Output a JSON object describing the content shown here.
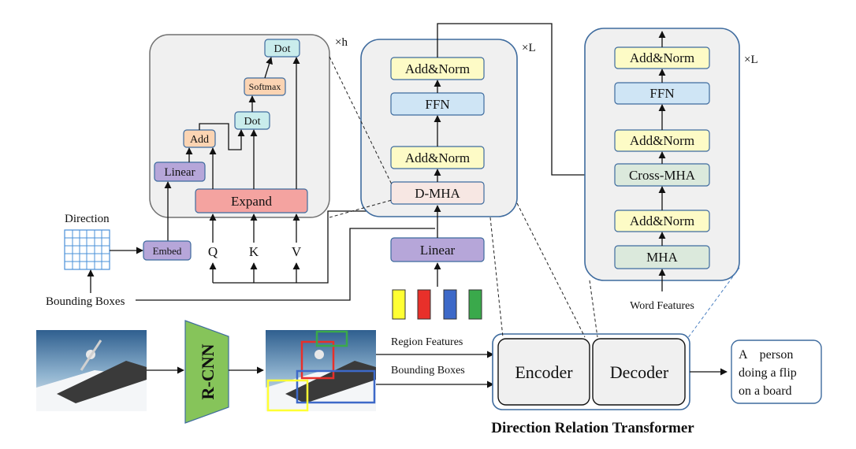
{
  "colors": {
    "yellow": "#fdfbc6",
    "blue": "#cfe5f5",
    "pink": "#f7e7e3",
    "purple": "#b6a6d9",
    "green": "#dbe9dc",
    "orange": "#fbd4b3",
    "salmon": "#f4a3a0",
    "teal": "#c9ecec",
    "panel": "#f0f0f0",
    "panel_border": "#3e6b9e",
    "bar_yellow": "#ffff33",
    "bar_red": "#e8302a",
    "bar_blue": "#3d69c8",
    "bar_green": "#3aa94b",
    "rcnn_green": "#86c45a"
  },
  "attention": {
    "repeat": "×h",
    "dot_top": "Dot",
    "softmax": "Softmax",
    "dot_mid": "Dot",
    "add": "Add",
    "linear": "Linear",
    "expand": "Expand"
  },
  "inputs": {
    "direction": "Direction",
    "embed": "Embed",
    "q": "Q",
    "k": "K",
    "v": "V",
    "bounding_boxes": "Bounding Boxes"
  },
  "encoder_block": {
    "repeat": "×L",
    "add_norm_top": "Add&Norm",
    "ffn": "FFN",
    "add_norm_bottom": "Add&Norm",
    "dmha": "D-MHA",
    "linear": "Linear"
  },
  "decoder_block": {
    "repeat": "×L",
    "add_norm_top": "Add&Norm",
    "ffn": "FFN",
    "add_norm_mid": "Add&Norm",
    "cross_mha": "Cross-MHA",
    "add_norm_bottom": "Add&Norm",
    "mha": "MHA",
    "word_features": "Word Features"
  },
  "pipeline": {
    "rcnn": "R-CNN",
    "region_features": "Region Features",
    "bounding_boxes": "Bounding Boxes",
    "encoder": "Encoder",
    "decoder": "Decoder",
    "caption_line1": "A    person",
    "caption_line2": "doing a flip",
    "caption_line3": "on a board",
    "title": "Direction Relation Transformer"
  }
}
